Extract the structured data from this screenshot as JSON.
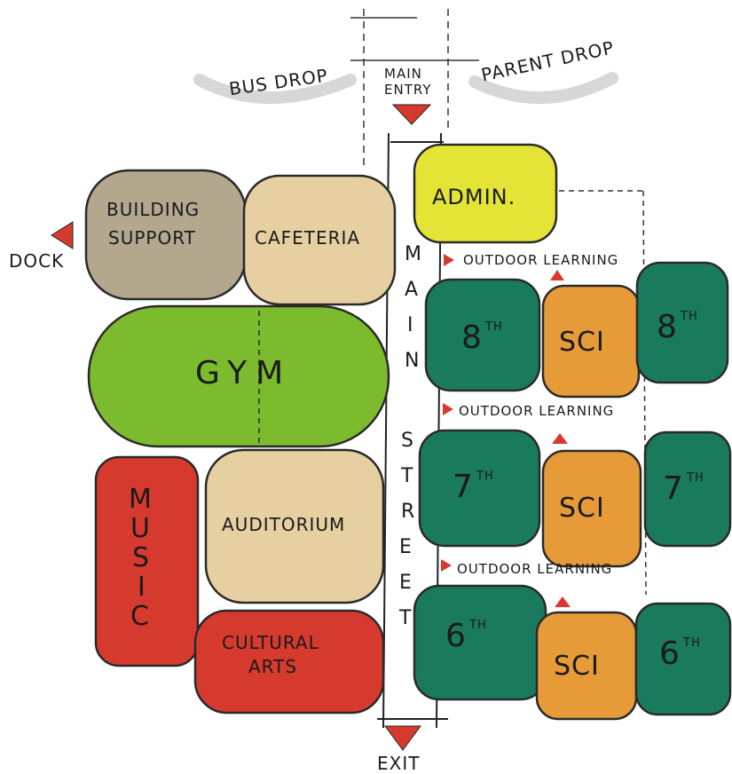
{
  "colors": {
    "teal": "#1a7a5e",
    "orange": "#e79a38",
    "red": "#d63a2e",
    "beige": "#e6cfa1",
    "gray_brown": "#b3a78e",
    "green": "#7dbb2e",
    "yellow": "#e3e436"
  },
  "labels": {
    "bus_drop": "BUS DROP",
    "main_entry_1": "MAIN",
    "main_entry_2": "ENTRY",
    "parent_drop": "PARENT DROP",
    "dock": "DOCK",
    "exit": "EXIT",
    "main_street": [
      "M",
      "A",
      "I",
      "N",
      "S",
      "T",
      "R",
      "E",
      "E",
      "T"
    ],
    "outdoor_learning": "OUTDOOR LEARNING"
  },
  "rooms": {
    "admin": "ADMIN.",
    "building_support_1": "BUILDING",
    "building_support_2": "SUPPORT",
    "cafeteria": "CAFETERIA",
    "gym": "GYM",
    "music": [
      "M",
      "U",
      "S",
      "I",
      "C"
    ],
    "auditorium": "AUDITORIUM",
    "cultural_arts_1": "CULTURAL",
    "cultural_arts_2": "ARTS",
    "science": "SCI",
    "grades": [
      {
        "num": "8",
        "sup": "TH"
      },
      {
        "num": "7",
        "sup": "TH"
      },
      {
        "num": "6",
        "sup": "TH"
      }
    ]
  },
  "icons": {
    "entry_marker": "triangle-down",
    "exit_marker": "triangle-down",
    "dock_marker": "triangle-left",
    "outdoor_marker": "triangle-right",
    "science_marker": "triangle-up"
  }
}
